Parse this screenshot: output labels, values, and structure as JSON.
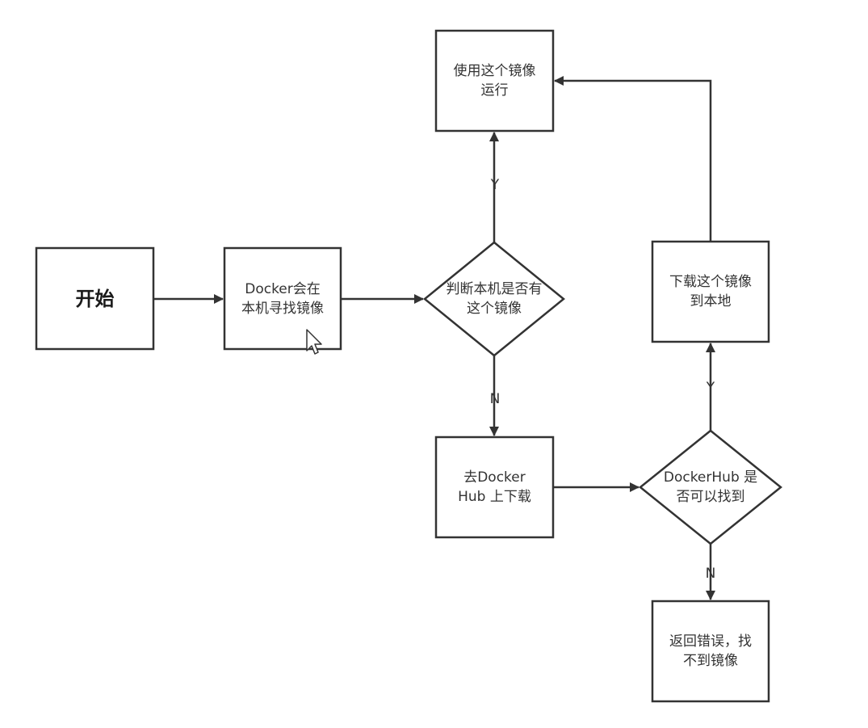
{
  "nodes": {
    "start": "开始",
    "search_local": "Docker会在\n本机寻找镜像",
    "has_image": "判断本机是否有\n这个镜像",
    "run_image": "使用这个镜像\n运行",
    "go_dockerhub": "去Docker\nHub 上下载",
    "dockerhub_found": "DockerHub 是\n否可以找到",
    "download_local": "下载这个镜像\n到本地",
    "return_error": "返回错误，找\n不到镜像"
  },
  "edge_labels": {
    "has_yes": "Y",
    "has_no": "N",
    "hub_yes": "Y",
    "hub_no": "N"
  },
  "colors": {
    "stroke": "#333333",
    "text": "#333333",
    "background": "#ffffff"
  },
  "icons": [
    "mouse-cursor-icon"
  ]
}
